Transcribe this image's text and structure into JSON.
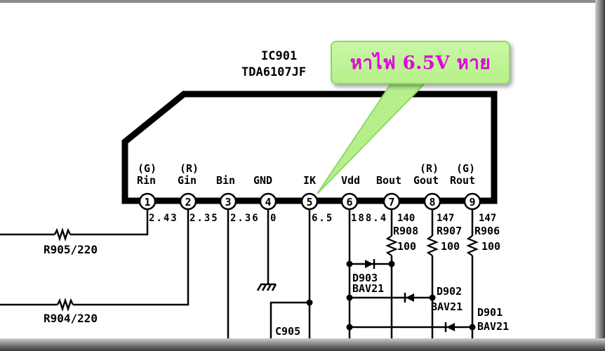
{
  "ic": {
    "ref": "IC901",
    "part": "TDA6107JF"
  },
  "callout": {
    "text": "หาไฟ 6.5V หาย",
    "color": "#e000e0",
    "background": "#b7f08a"
  },
  "pins": [
    {
      "number": "1",
      "name": "Rin",
      "color_label": "(G)",
      "voltage": "2.43"
    },
    {
      "number": "2",
      "name": "Gin",
      "color_label": "(R)",
      "voltage": "2.35"
    },
    {
      "number": "3",
      "name": "Bin",
      "color_label": "",
      "voltage": "2.36"
    },
    {
      "number": "4",
      "name": "GND",
      "color_label": "",
      "voltage": "0"
    },
    {
      "number": "5",
      "name": "IK",
      "color_label": "",
      "voltage": "6.5"
    },
    {
      "number": "6",
      "name": "Vdd",
      "color_label": "",
      "voltage": "188.4"
    },
    {
      "number": "7",
      "name": "Bout",
      "color_label": "",
      "voltage": "140"
    },
    {
      "number": "8",
      "name": "Gout",
      "color_label": "(R)",
      "voltage": "147"
    },
    {
      "number": "9",
      "name": "Rout",
      "color_label": "(G)",
      "voltage": "147"
    }
  ],
  "resistors": {
    "r905": "R905/220",
    "r904": "R904/220",
    "r908": "R908",
    "r907": "R907",
    "r906": "R906",
    "r908_value": "100",
    "r907_value": "100",
    "r906_value": "100"
  },
  "diodes": {
    "d903_ref": "D903",
    "d903_part": "BAV21",
    "d902_ref": "D902",
    "d902_part": "BAV21",
    "d901_ref": "D901",
    "d901_part": "BAV21"
  },
  "capacitor": {
    "c905_ref": "C905"
  }
}
